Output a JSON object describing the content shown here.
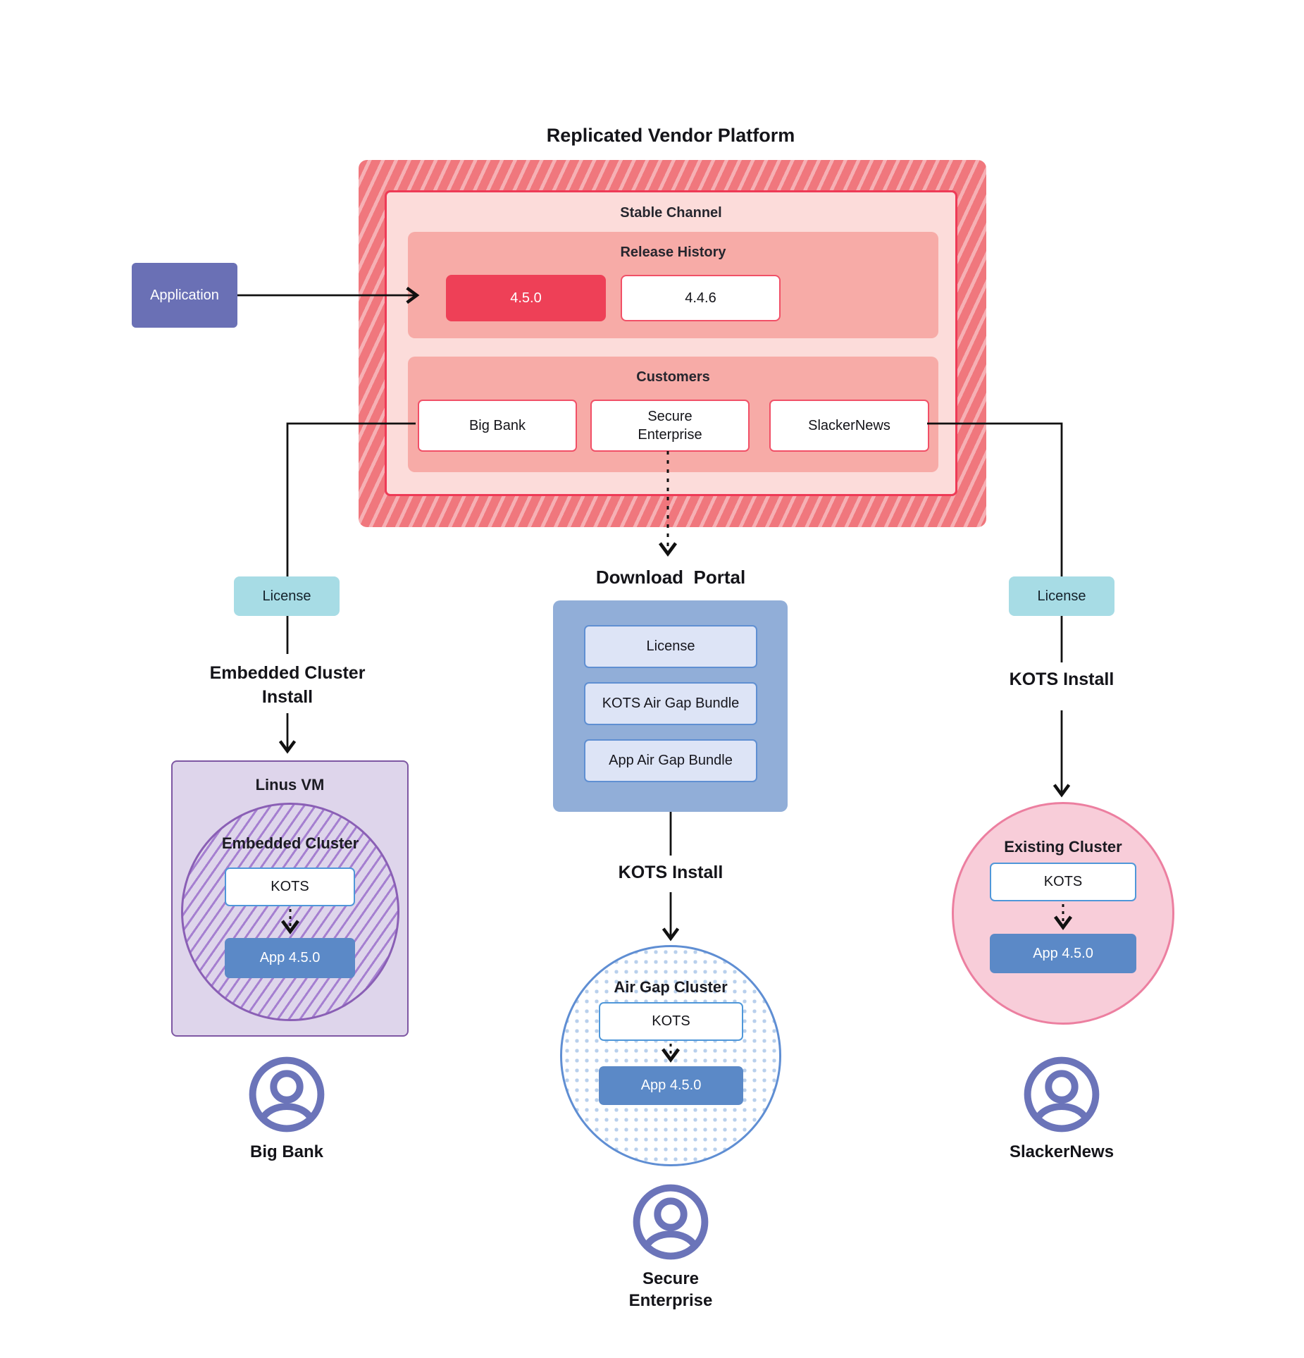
{
  "title": "Replicated Vendor Platform",
  "colors": {
    "red_accent": "#ee4057",
    "red_border": "#f15067",
    "hatch_base": "#f0777d",
    "hatch_stripe": "#f6b0b4",
    "pink_light": "#fcdcda",
    "pink_mid": "#f7aba7",
    "indigo": "#6a70b5",
    "teal": "#a7dce5",
    "purple_fill": "#ded5eb",
    "purple_border": "#7e57a3",
    "blue_box": "#5b89c7",
    "portal_fill": "#91aed8",
    "portal_item_fill": "#dde4f6",
    "airgap_border": "#5f8ed3",
    "pink_circle_fill": "#f8cdd9",
    "pink_circle_border": "#ec7fa0",
    "person_icon": "#6b74b9"
  },
  "platform": {
    "stable_channel_label": "Stable Channel",
    "release_history_label": "Release History",
    "releases": [
      "4.5.0",
      "4.4.6"
    ],
    "customers_label": "Customers",
    "customers": [
      "Big Bank",
      "Secure Enterprise",
      "SlackerNews"
    ]
  },
  "application_label": "Application",
  "left": {
    "license_label": "License",
    "install_label": "Embedded Cluster Install",
    "vm_label": "Linus VM",
    "cluster_label": "Embedded Cluster",
    "kots_label": "KOTS",
    "app_label": "App 4.5.0",
    "person_label": "Big Bank"
  },
  "middle": {
    "portal_title": "Download  Portal",
    "portal_items": [
      "License",
      "KOTS Air Gap Bundle",
      "App Air Gap Bundle"
    ],
    "install_label": "KOTS Install",
    "cluster_label": "Air Gap Cluster",
    "kots_label": "KOTS",
    "app_label": "App 4.5.0",
    "person_label": "Secure Enterprise"
  },
  "right": {
    "license_label": "License",
    "install_label": "KOTS Install",
    "cluster_label": "Existing Cluster",
    "kots_label": "KOTS",
    "app_label": "App 4.5.0",
    "person_label": "SlackerNews"
  }
}
